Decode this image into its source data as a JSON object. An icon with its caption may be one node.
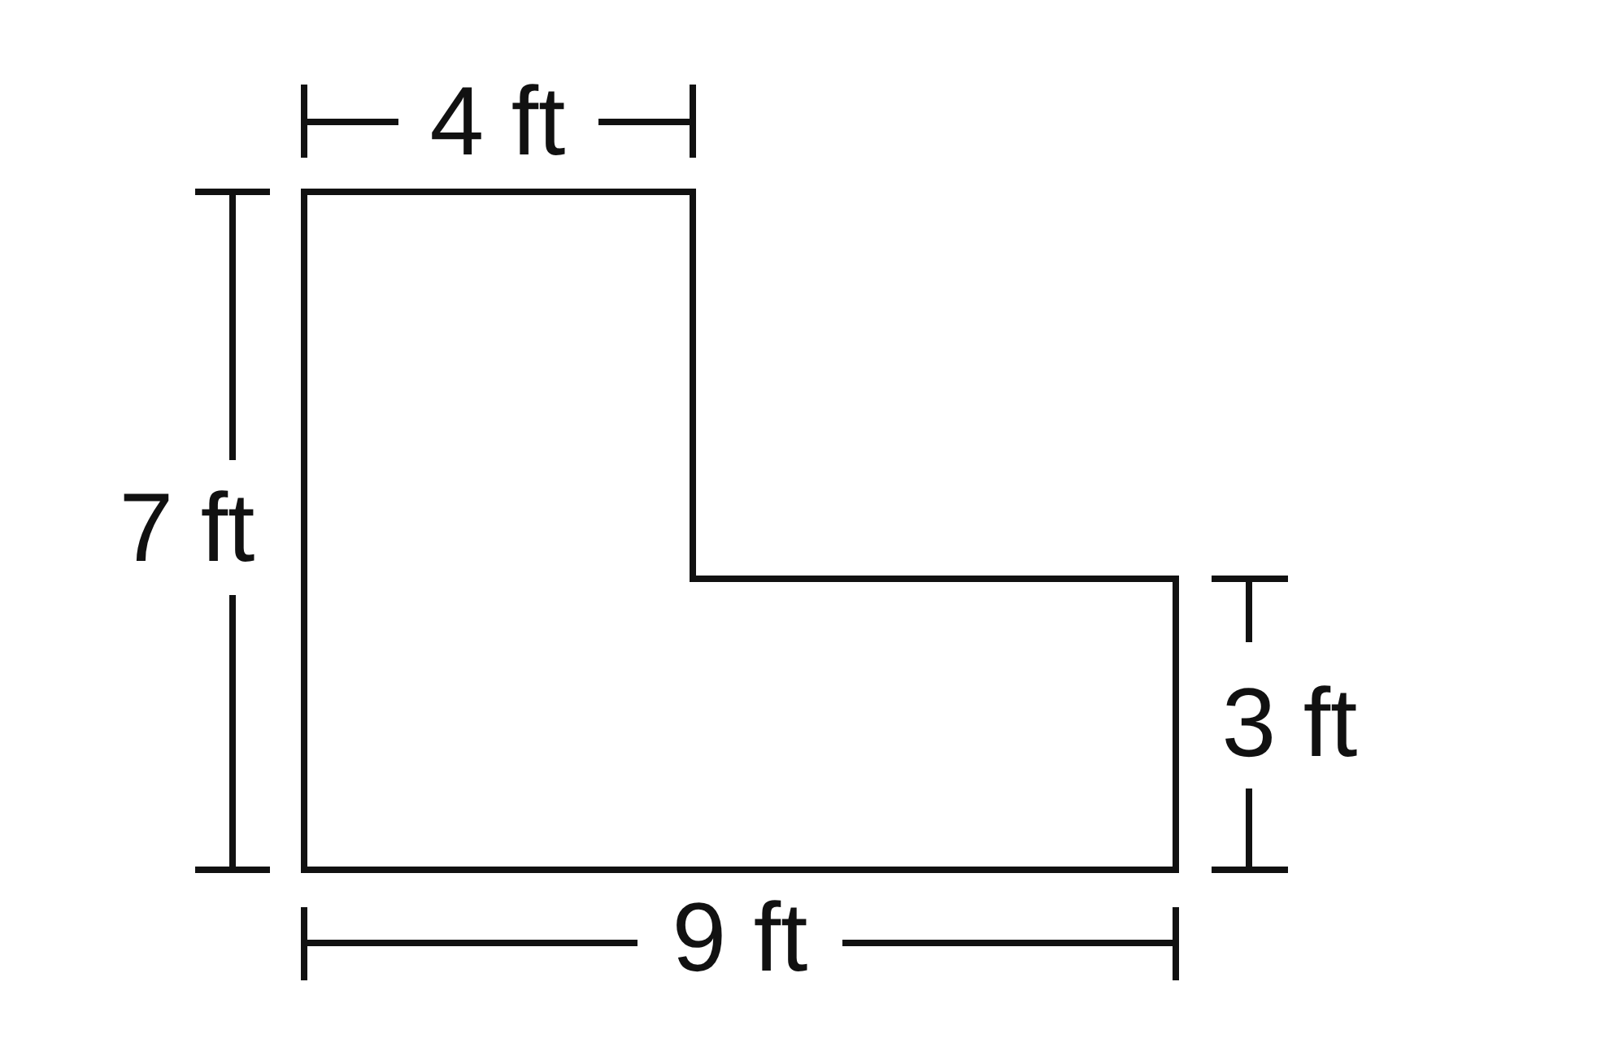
{
  "diagram": {
    "labels": [
      "4 ft",
      "7 ft",
      "3 ft",
      "9 ft"
    ]
  }
}
